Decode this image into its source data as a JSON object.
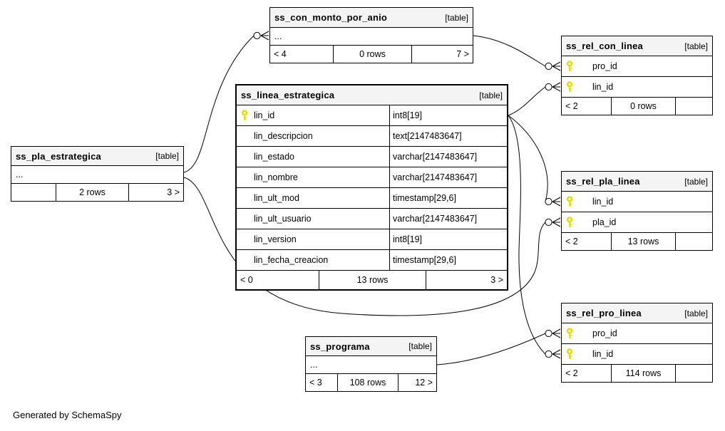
{
  "page": {
    "footer_note": "Generated by SchemaSpy"
  },
  "colors": {
    "header_bg": "#f4f4f4",
    "border": "#000000",
    "key_icon": "#e0e000",
    "background": "#ffffff"
  },
  "tables": [
    {
      "name": "ss_con_monto_por_anio",
      "badge": "[table]",
      "collapsed": "...",
      "footer": {
        "left": "< 4",
        "center": "0 rows",
        "right": "7 >"
      }
    },
    {
      "name": "ss_rel_con_linea",
      "badge": "[table]",
      "columns": [
        {
          "name": "pro_id",
          "key": true
        },
        {
          "name": "lin_id",
          "key": true
        }
      ],
      "footer": {
        "left": "< 2",
        "center": "0 rows",
        "right": ""
      }
    },
    {
      "name": "ss_linea_estrategica",
      "badge": "[table]",
      "columns": [
        {
          "name": "lin_id",
          "type": "int8[19]",
          "key": true
        },
        {
          "name": "lin_descripcion",
          "type": "text[2147483647]"
        },
        {
          "name": "lin_estado",
          "type": "varchar[2147483647]"
        },
        {
          "name": "lin_nombre",
          "type": "varchar[2147483647]"
        },
        {
          "name": "lin_ult_mod",
          "type": "timestamp[29,6]"
        },
        {
          "name": "lin_ult_usuario",
          "type": "varchar[2147483647]"
        },
        {
          "name": "lin_version",
          "type": "int8[19]"
        },
        {
          "name": "lin_fecha_creacion",
          "type": "timestamp[29,6]"
        }
      ],
      "footer": {
        "left": "< 0",
        "center": "13 rows",
        "right": "3 >"
      }
    },
    {
      "name": "ss_pla_estrategica",
      "badge": "[table]",
      "collapsed": "...",
      "footer": {
        "left": "",
        "center": "2 rows",
        "right": "3 >"
      }
    },
    {
      "name": "ss_rel_pla_linea",
      "badge": "[table]",
      "columns": [
        {
          "name": "lin_id",
          "key": true
        },
        {
          "name": "pla_id",
          "key": true
        }
      ],
      "footer": {
        "left": "< 2",
        "center": "13 rows",
        "right": ""
      }
    },
    {
      "name": "ss_rel_pro_linea",
      "badge": "[table]",
      "columns": [
        {
          "name": "pro_id",
          "key": true
        },
        {
          "name": "lin_id",
          "key": true
        }
      ],
      "footer": {
        "left": "< 2",
        "center": "114 rows",
        "right": ""
      }
    },
    {
      "name": "ss_programa",
      "badge": "[table]",
      "collapsed": "...",
      "footer": {
        "left": "< 3",
        "center": "108 rows",
        "right": "12 >"
      }
    }
  ],
  "relationships": [
    {
      "from": "ss_pla_estrategica",
      "to": "ss_con_monto_por_anio"
    },
    {
      "from": "ss_con_monto_por_anio",
      "to": "ss_rel_con_linea.pro_id"
    },
    {
      "from": "ss_linea_estrategica.lin_id",
      "to": "ss_rel_con_linea.lin_id"
    },
    {
      "from": "ss_linea_estrategica.lin_id",
      "to": "ss_rel_pla_linea.lin_id"
    },
    {
      "from": "ss_pla_estrategica",
      "to": "ss_rel_pla_linea.pla_id"
    },
    {
      "from": "ss_linea_estrategica.lin_id",
      "to": "ss_rel_pro_linea.lin_id"
    },
    {
      "from": "ss_programa",
      "to": "ss_rel_pro_linea.pro_id"
    }
  ]
}
